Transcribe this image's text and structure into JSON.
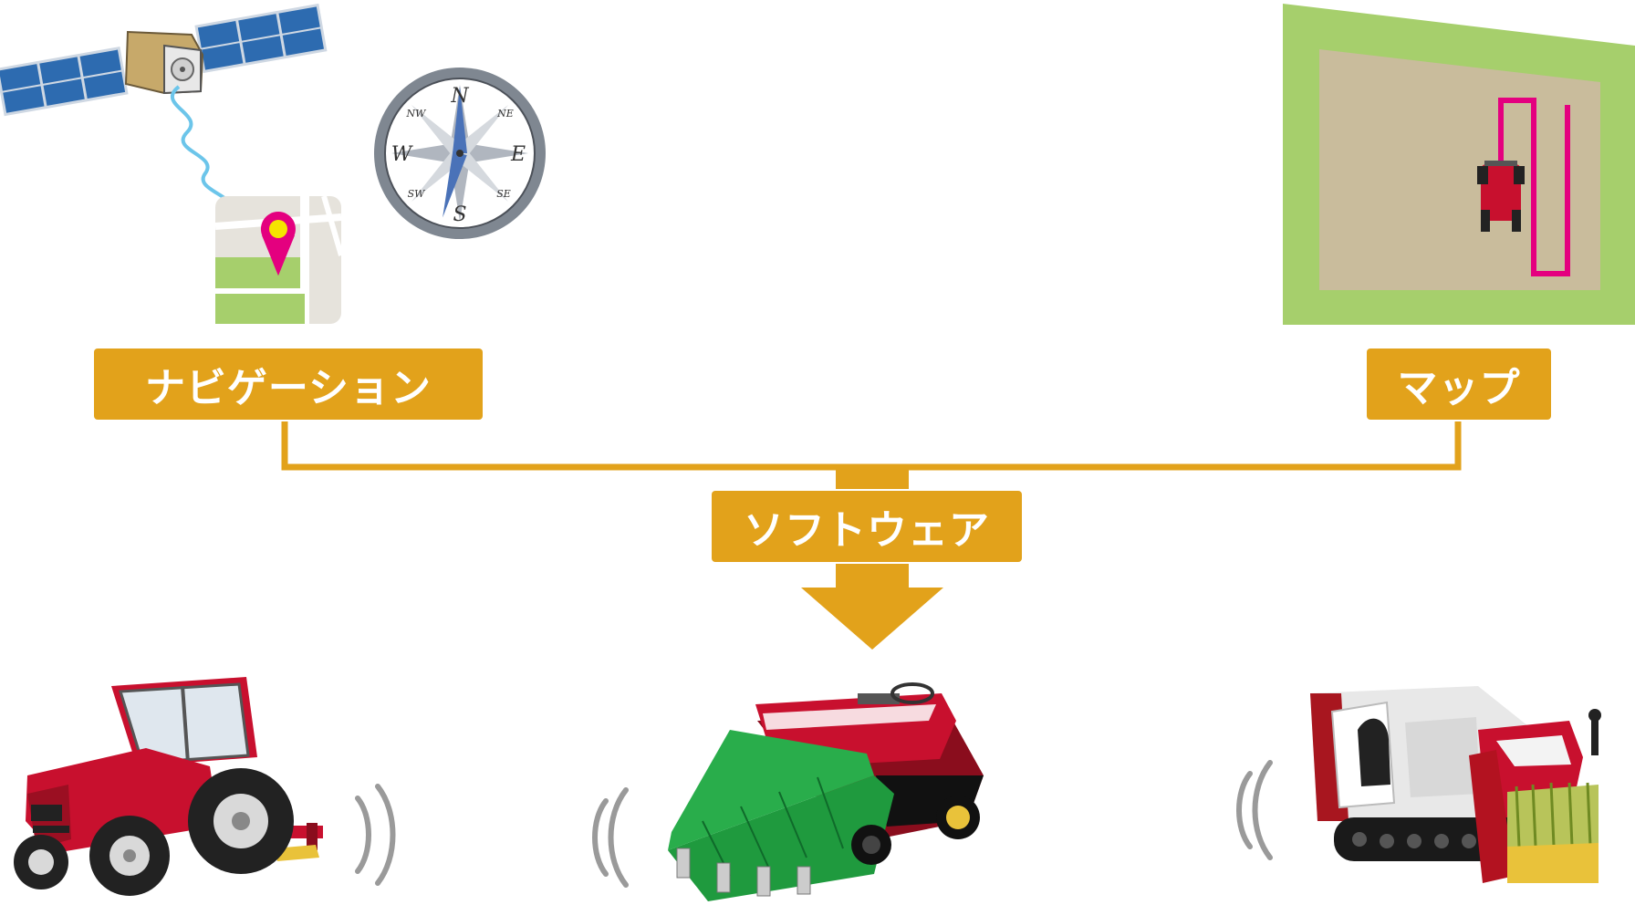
{
  "labels": {
    "navigation": "ナビゲーション",
    "map": "マップ",
    "software": "ソフトウェア"
  },
  "compass": {
    "n": "N",
    "s": "S",
    "e": "E",
    "w": "W",
    "ne": "NE",
    "nw": "NW",
    "se": "SE",
    "sw": "SW"
  },
  "colors": {
    "label_bg": "#e2a21b",
    "connector": "#e2a21b",
    "field_border": "#a6cf6c",
    "field_soil": "#c9bc9c",
    "path": "#e4007f",
    "machine_red": "#c8102e",
    "seedling_green": "#1f9a3e",
    "signal": "#9a9a9a"
  },
  "icons": {
    "satellite": "satellite-icon",
    "gps_pin": "gps-map-pin-icon",
    "compass": "compass-icon",
    "field_map": "field-map-icon",
    "tractor": "tractor-icon",
    "rice_planter": "rice-transplanter-icon",
    "combine": "combine-harvester-icon",
    "signal": "wireless-signal-icon"
  }
}
